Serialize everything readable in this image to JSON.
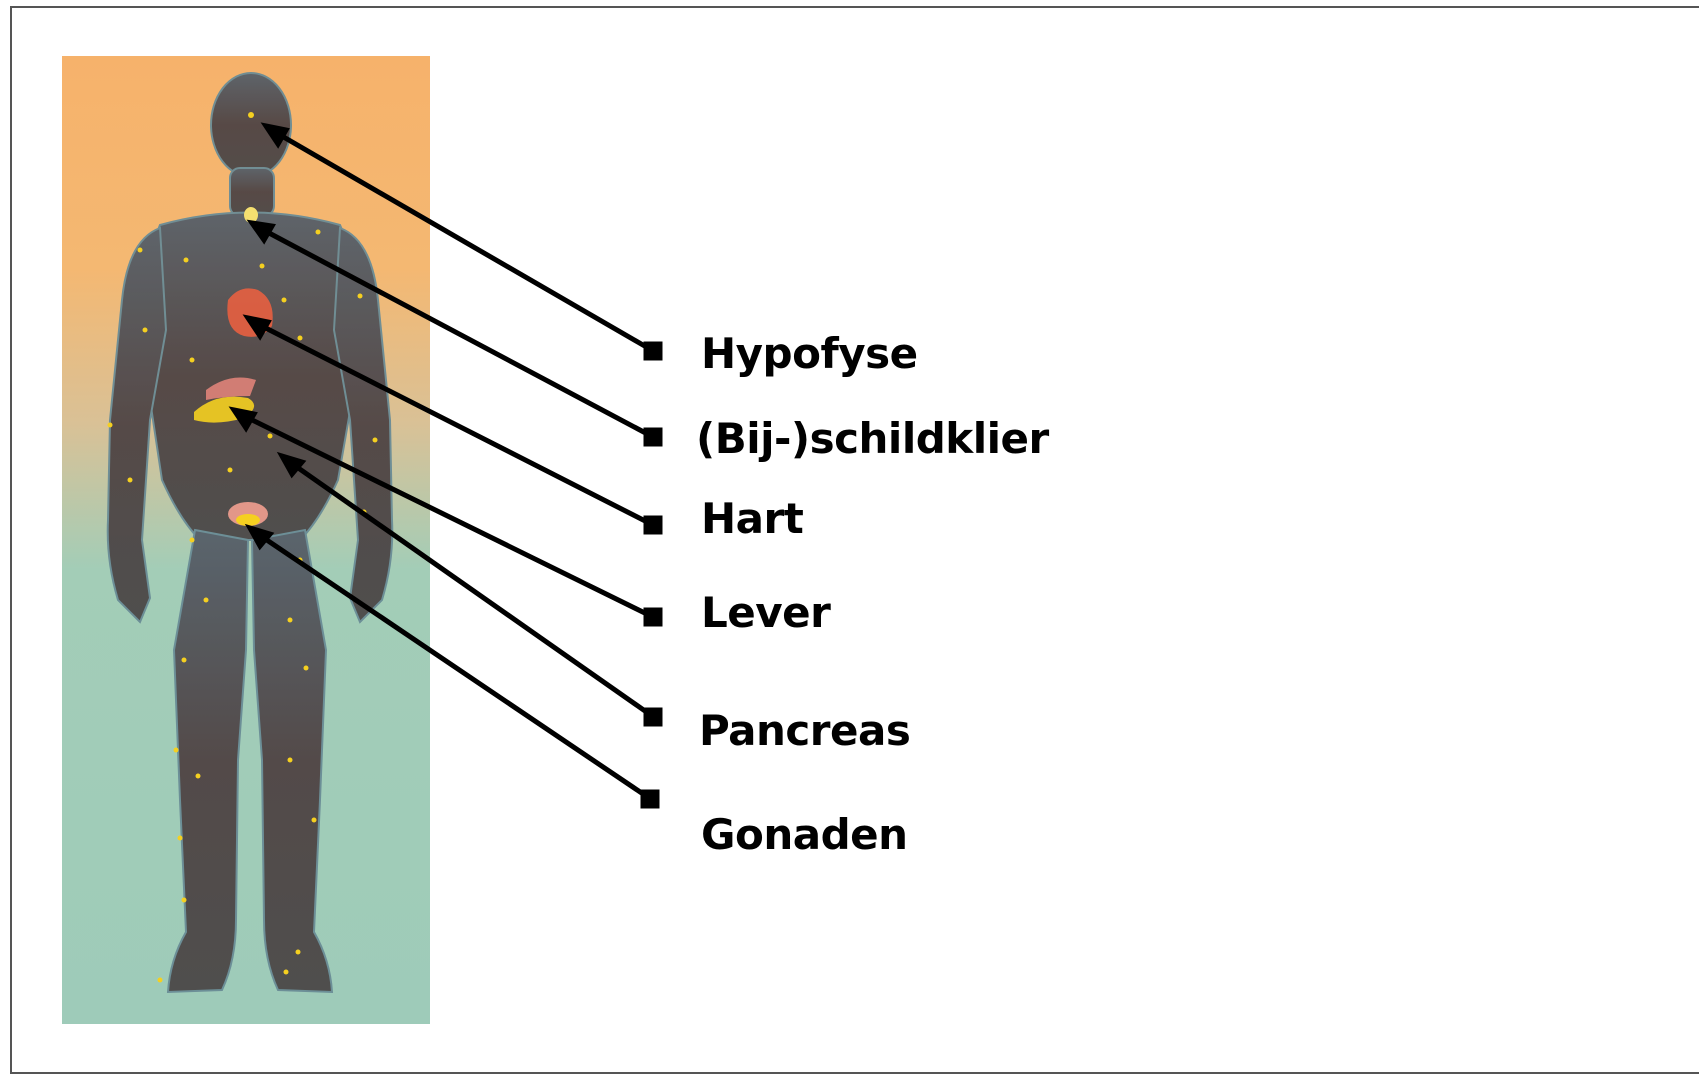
{
  "diagram": {
    "labels": {
      "hypofyse": "Hypofyse",
      "schildklier": "(Bij-)schildklier",
      "hart": "Hart",
      "lever": "Lever",
      "pancreas": "Pancreas",
      "gonaden": "Gonaden"
    },
    "colors": {
      "panel_top": "#f6b26b",
      "panel_bottom": "#9ecbb9",
      "body": "#4f4444",
      "organ_highlight": "#f06040",
      "gland_dot": "#f5d020",
      "arrow": "#000000"
    },
    "icons": [
      "human-body-figure"
    ]
  }
}
